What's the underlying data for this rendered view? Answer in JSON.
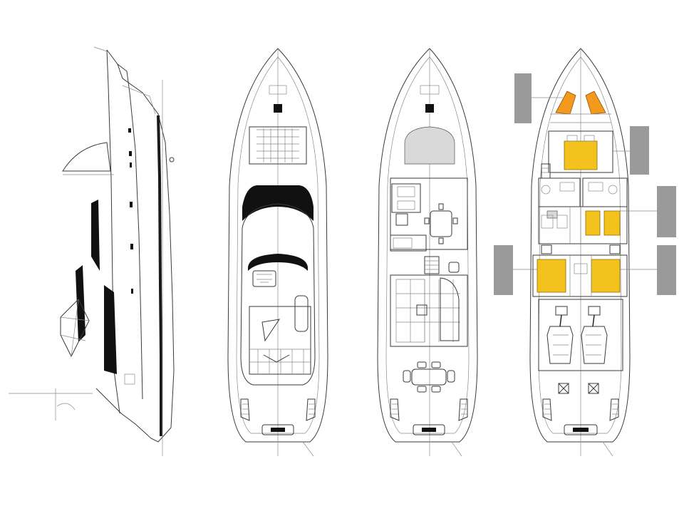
{
  "drawing": {
    "views": [
      "side-profile",
      "flybridge-deck-plan",
      "main-deck-plan",
      "lower-deck-plan"
    ]
  },
  "labels": {
    "fwd_left": "",
    "fwd_right": "",
    "mid_right": "",
    "aft_left": "",
    "aft_right": ""
  },
  "colors": {
    "line": "#3a3a3a",
    "accent_yellow": "#f4c21c",
    "accent_orange": "#f39a1e",
    "label_bg": "#9a9a9a"
  }
}
